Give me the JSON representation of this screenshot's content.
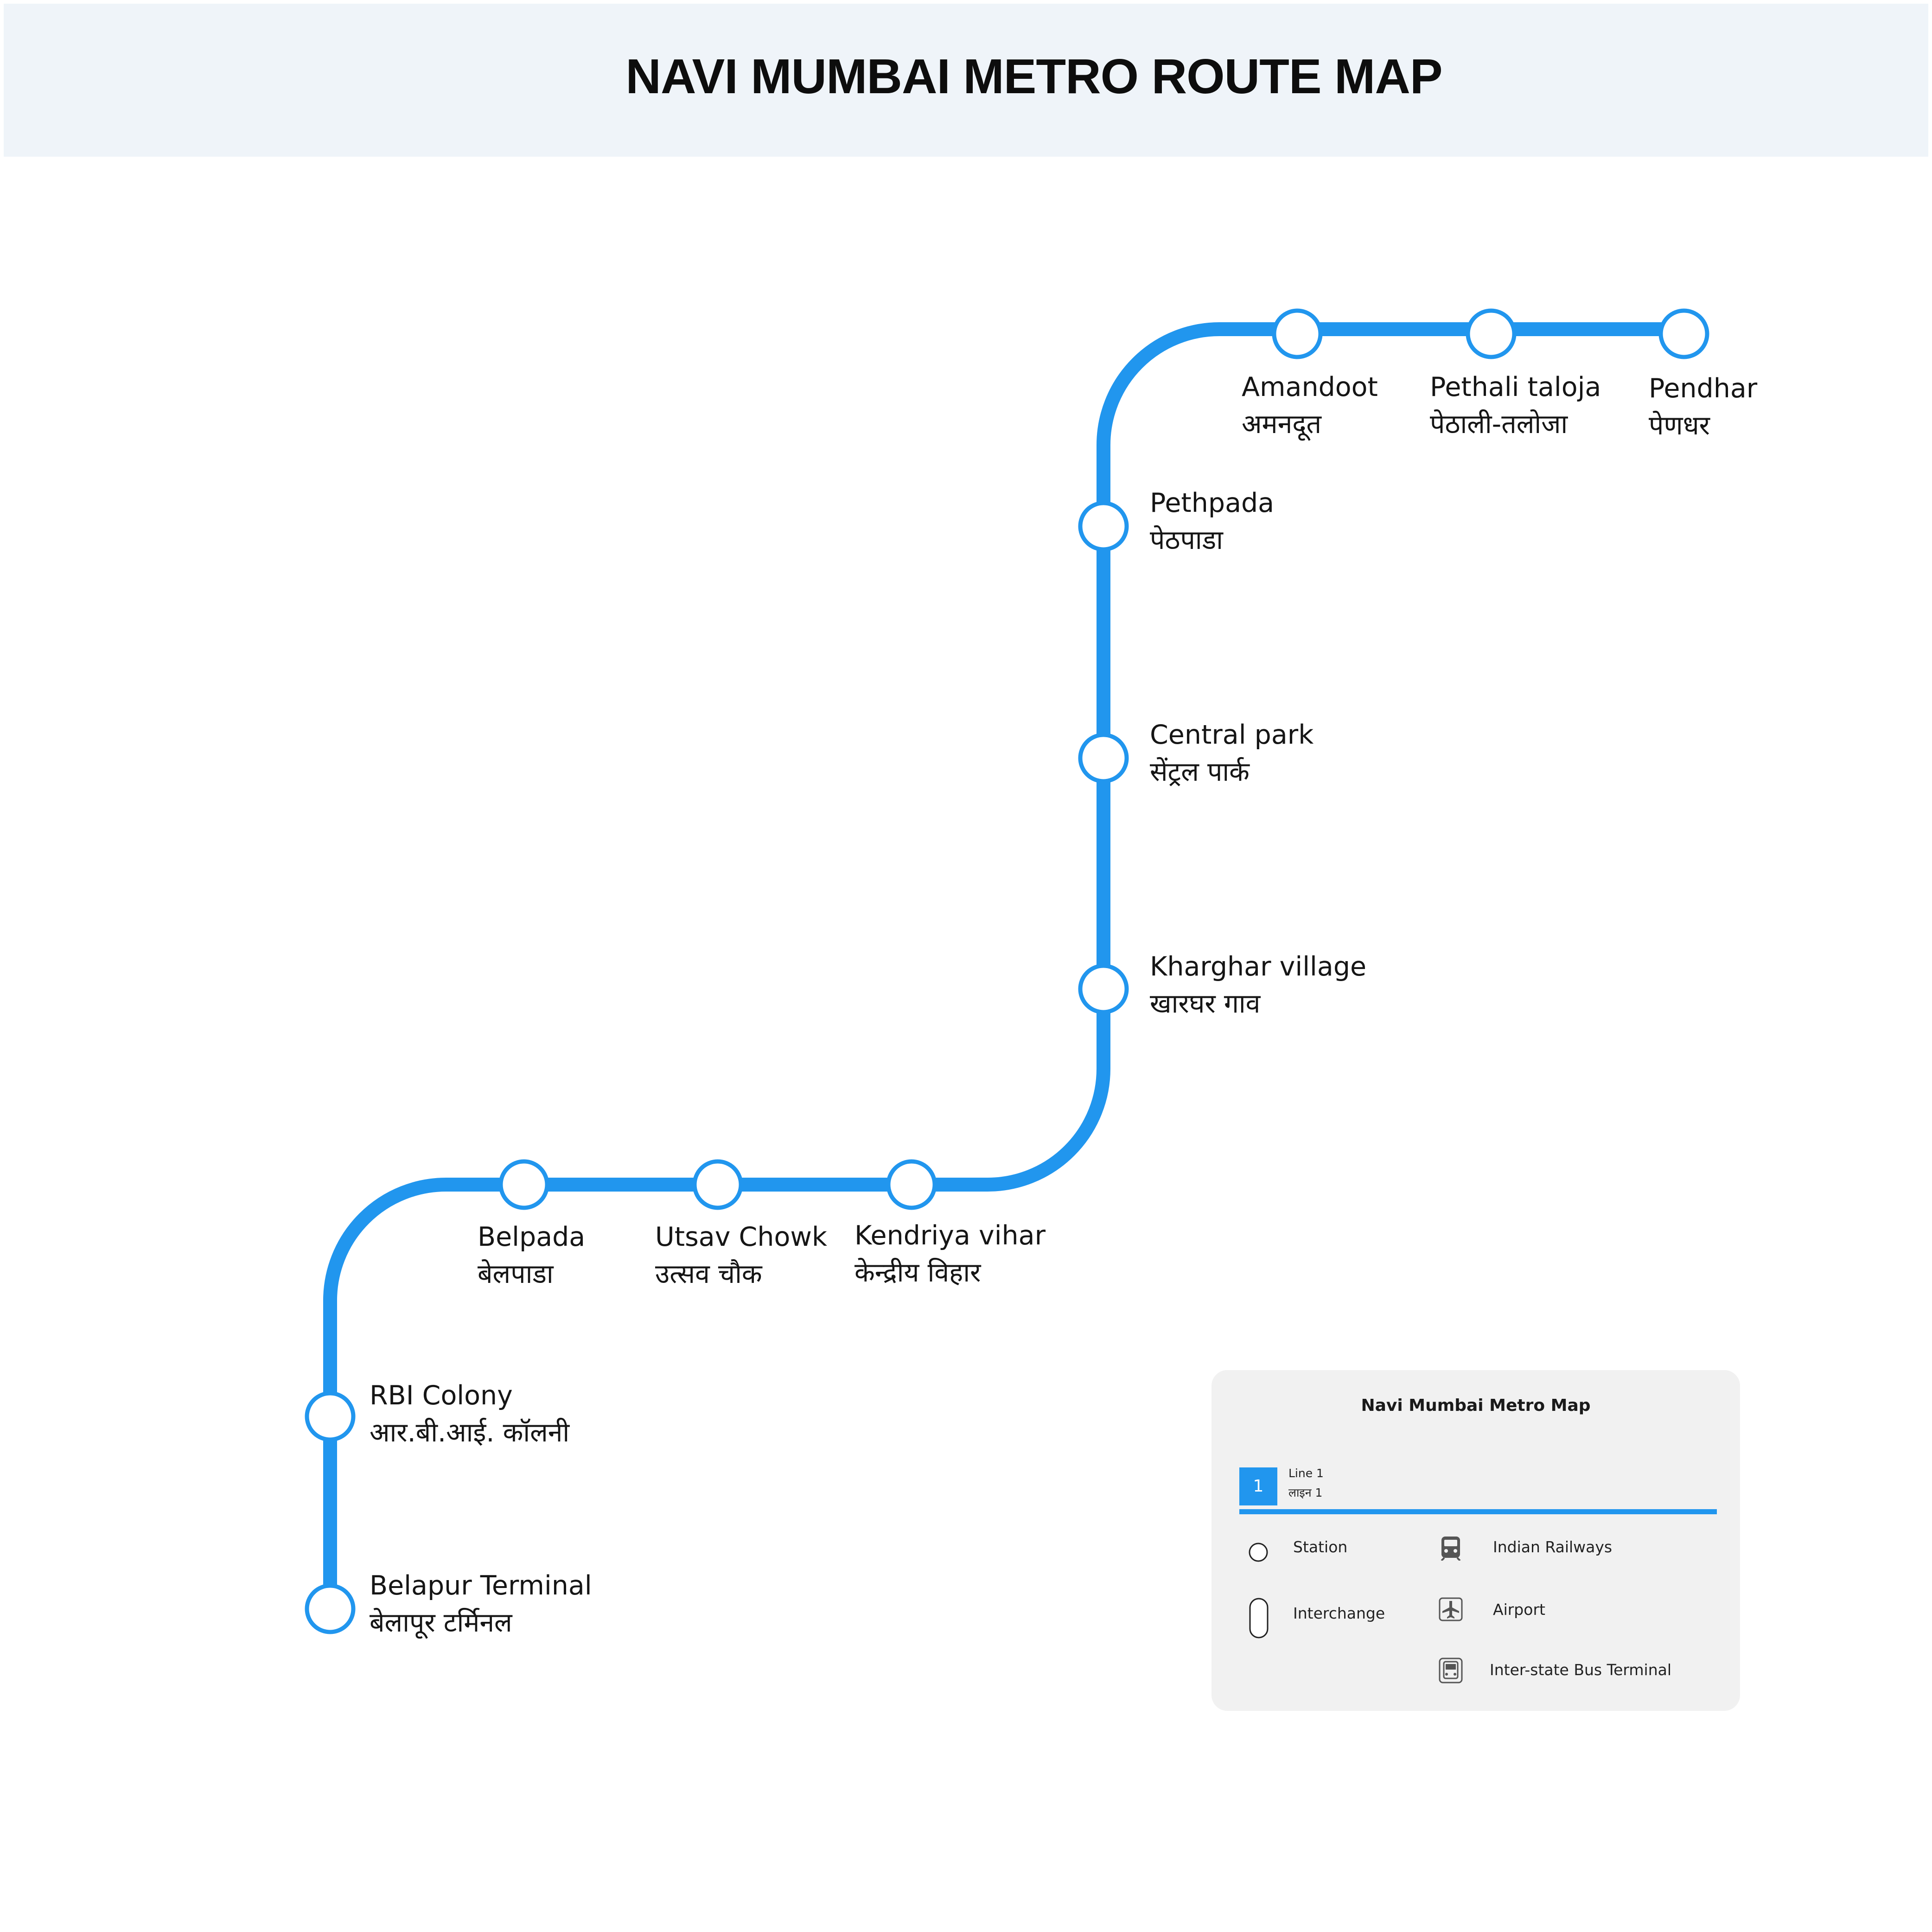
{
  "title": "NAVI MUMBAI METRO ROUTE MAP",
  "line_color": "#2196ee",
  "stations": [
    {
      "name_en": "Belapur Terminal",
      "name_hi": "बेलापूर टर्मिनल"
    },
    {
      "name_en": "RBI Colony",
      "name_hi": "आर.बी.आई. कॉलनी"
    },
    {
      "name_en": "Belpada",
      "name_hi": "बेलपाडा"
    },
    {
      "name_en": "Utsav Chowk",
      "name_hi": "उत्सव चौक"
    },
    {
      "name_en": "Kendriya vihar",
      "name_hi": "केन्द्रीय विहार"
    },
    {
      "name_en": "Kharghar village",
      "name_hi": "खारघर गाव"
    },
    {
      "name_en": "Central park",
      "name_hi": "सेंट्रल पार्क"
    },
    {
      "name_en": "Pethpada",
      "name_hi": "पेठपाडा"
    },
    {
      "name_en": "Amandoot",
      "name_hi": "अमनदूत"
    },
    {
      "name_en": "Pethali taloja",
      "name_hi": "पेठाली-तलोजा"
    },
    {
      "name_en": "Pendhar",
      "name_hi": "पेणधर"
    }
  ],
  "legend": {
    "title": "Navi Mumbai Metro Map",
    "line": {
      "number": "1",
      "name_en": "Line 1",
      "name_hi": "लाइन 1"
    },
    "items": [
      {
        "label": "Station",
        "icon": "station-circle-icon"
      },
      {
        "label": "Interchange",
        "icon": "interchange-capsule-icon"
      },
      {
        "label": "Indian Railways",
        "icon": "train-icon"
      },
      {
        "label": "Airport",
        "icon": "airplane-icon"
      },
      {
        "label": "Inter-state Bus Terminal",
        "icon": "bus-icon"
      }
    ]
  }
}
